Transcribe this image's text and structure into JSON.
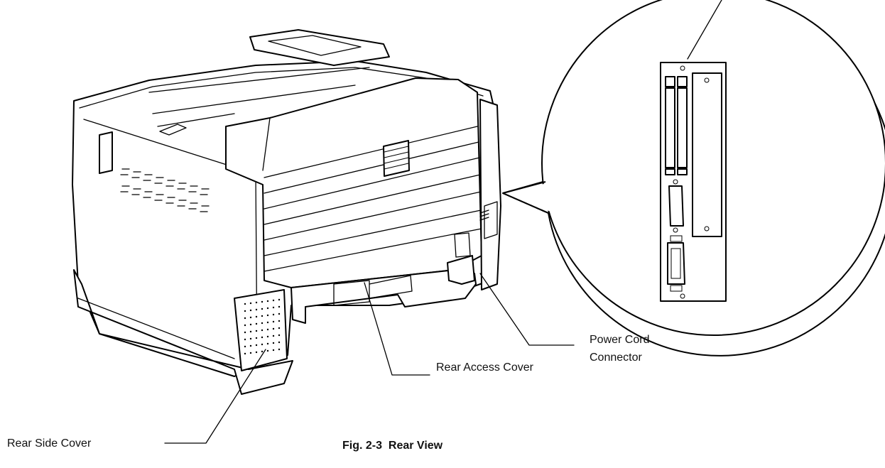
{
  "labels": {
    "rear_side_cover": "Rear Side Cover",
    "rear_access_cover": "Rear Access Cover",
    "power_cord_line1": "Power Cord",
    "power_cord_line2": "Connector"
  },
  "caption": {
    "figure_number": "Fig. 2-3",
    "title": "Rear View"
  }
}
